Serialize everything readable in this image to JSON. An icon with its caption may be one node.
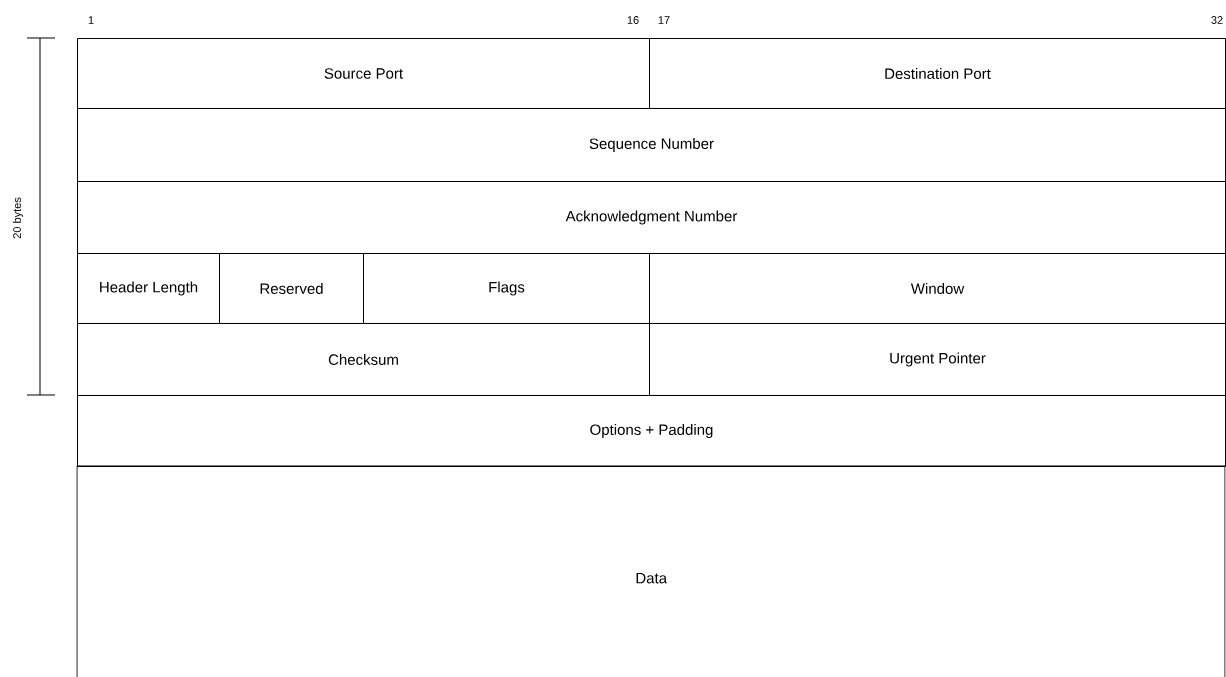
{
  "diagram": {
    "nodes": [
      {
        "text": [
          "Source Port"
        ]
      },
      {
        "text": [
          "Destination Port"
        ]
      },
      {
        "text": [
          "Sequence Number"
        ]
      },
      {
        "text": [
          "Acknowledgment Number"
        ]
      },
      {
        "text": [
          "Header Length"
        ]
      },
      {
        "text": [
          "Reserved"
        ]
      },
      {
        "text": [
          "Flags"
        ]
      },
      {
        "text": [
          "Window"
        ]
      },
      {
        "text": [
          "Checksum"
        ]
      },
      {
        "text": [
          "Urgent Pointer"
        ]
      },
      {
        "text": [
          "Options + Padding"
        ]
      },
      {
        "text": [
          "Data"
        ]
      }
    ],
    "labels": [
      "1",
      "16",
      "17",
      "32",
      "20 bytes"
    ]
  }
}
